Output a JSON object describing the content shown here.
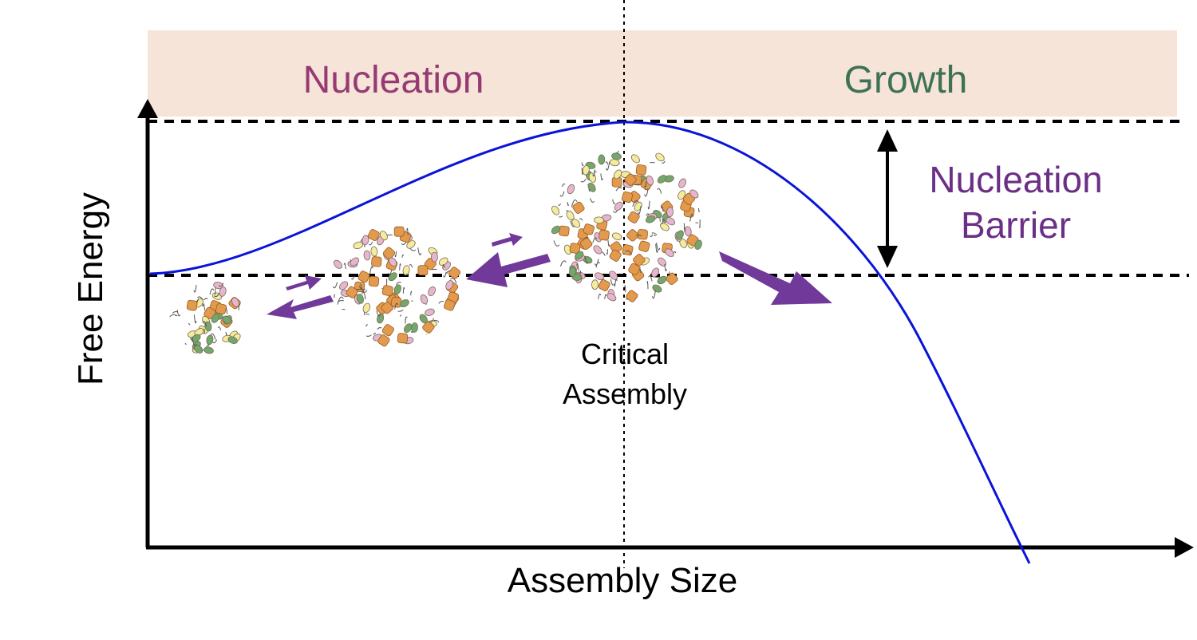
{
  "phases": {
    "nucleation_label": "Nucleation",
    "growth_label": "Growth"
  },
  "axes": {
    "y_label": "Free Energy",
    "x_label": "Assembly Size"
  },
  "barrier": {
    "line1": "Nucleation",
    "line2": "Barrier"
  },
  "critical": {
    "line1": "Critical",
    "line2": "Assembly"
  },
  "colors": {
    "band": "#f6e4d8",
    "nucleation_text": "#963a73",
    "growth_text": "#3e7256",
    "barrier_text": "#6b2f85",
    "curve": "#0a14d8",
    "arrow_purple": "#70399a",
    "particle_orange": "#e29a4e",
    "particle_pink": "#e6b6cf",
    "particle_green": "#73a86b",
    "particle_yellow": "#f4ec9c"
  }
}
